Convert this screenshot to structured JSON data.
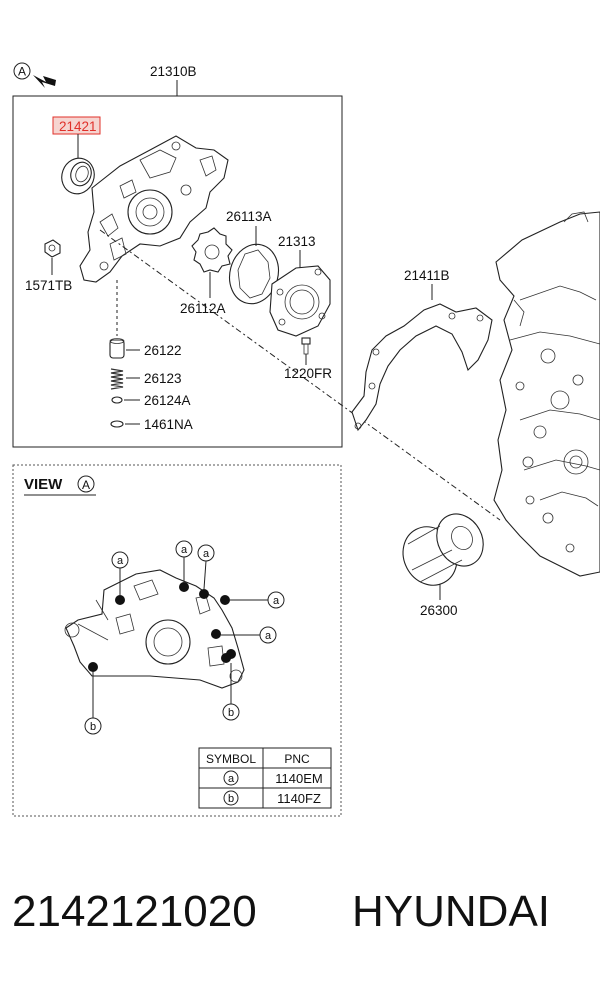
{
  "header": {
    "view_marker_letter": "A",
    "assembly_number": "21310B"
  },
  "highlighted_part": {
    "code": "21421",
    "highlight_color": "#e0302a"
  },
  "parts": {
    "bolt_left": "1571TB",
    "rotor_outer": "26113A",
    "cover_plate": "21313",
    "rotor_inner": "26112A",
    "plunger": "26122",
    "spring": "26123",
    "retainer": "26124A",
    "ring": "1461NA",
    "cover_bolt": "1220FR",
    "gasket": "21411B",
    "oil_filter": "26300"
  },
  "view": {
    "title": "VIEW",
    "marker_letter": "A",
    "callout_a": "a",
    "callout_b": "b"
  },
  "symbol_table": {
    "headers": [
      "SYMBOL",
      "PNC"
    ],
    "rows": [
      {
        "symbol": "a",
        "pnc": "1140EM"
      },
      {
        "symbol": "b",
        "pnc": "1140FZ"
      }
    ]
  },
  "footer": {
    "part_number": "2142121020",
    "brand": "HYUNDAI"
  }
}
